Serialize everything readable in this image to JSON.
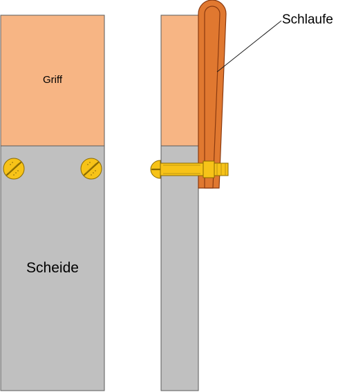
{
  "labels": {
    "handle": "Griff",
    "sheath": "Scheide",
    "loop": "Schlaufe"
  },
  "colors": {
    "handle": "#f7b584",
    "sheath": "#c0c0c0",
    "outline": "#5a5a5a",
    "loop_fill": "#e07830",
    "loop_stroke": "#8a3a10",
    "screw": "#f7c318",
    "screw_stroke": "#8a6a00",
    "screw_detail": "#b08a10"
  },
  "icons": {
    "screw": "slotted-screw-head-icon"
  }
}
